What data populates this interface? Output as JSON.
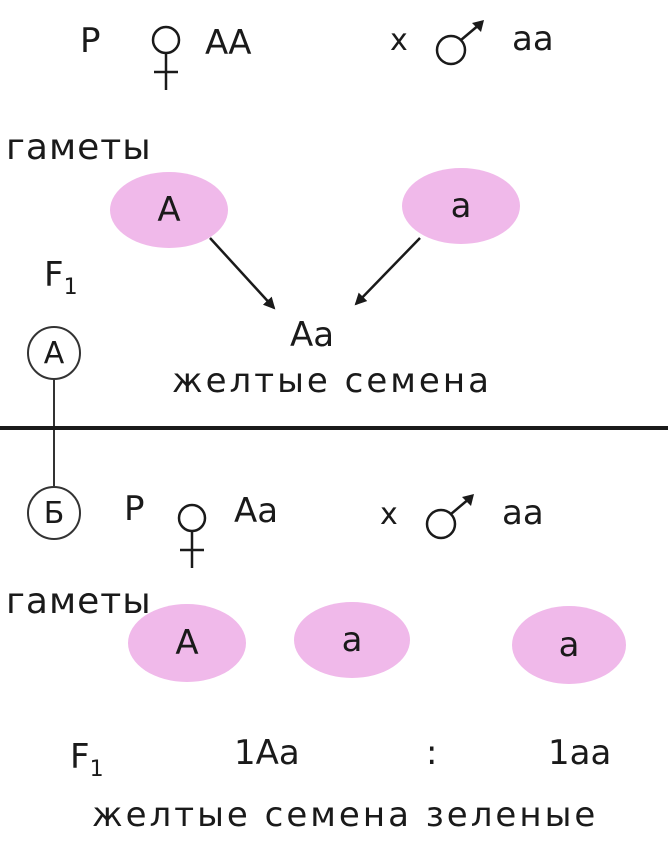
{
  "colors": {
    "gamete": "#f0b9ea",
    "line": "#1a1a1a"
  },
  "part_a": {
    "parent_label": "Р",
    "female_genotype": "АА",
    "cross": "х",
    "male_genotype": "аа",
    "gametes_label": "гаметы",
    "gamete_1": "А",
    "gamete_2": "а",
    "f1_label": "F",
    "f1_sub": "1",
    "offspring": "Аа",
    "phenotype": "желтые семена",
    "marker": "А"
  },
  "part_b": {
    "marker": "Б",
    "parent_label": "Р",
    "female_genotype": "Аа",
    "cross": "х",
    "male_genotype": "аа",
    "gametes_label": "гаметы",
    "gamete_1": "А",
    "gamete_2": "а",
    "gamete_3": "а",
    "f1_label": "F",
    "f1_sub": "1",
    "offspring_1": "1Аа",
    "ratio_sep": ":",
    "offspring_2": "1аа",
    "phenotype": "желтые семена зеленые"
  }
}
